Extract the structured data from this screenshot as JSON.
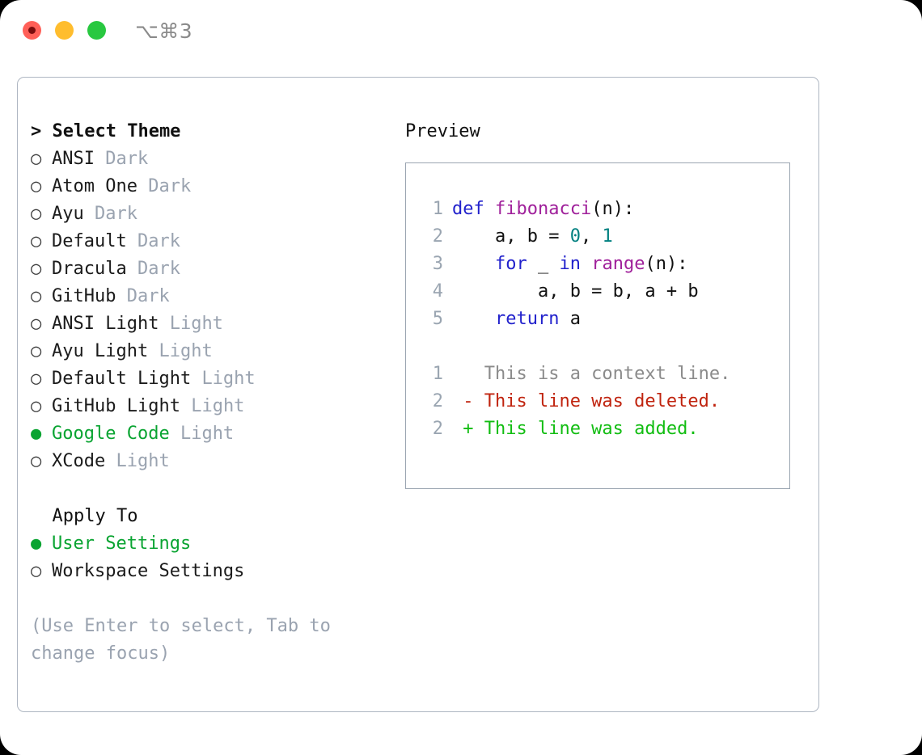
{
  "titlebar": {
    "shortcut": "⌥⌘3",
    "buttons": [
      {
        "name": "close",
        "color": "#ff6058",
        "recording": true
      },
      {
        "name": "minimize",
        "color": "#ffbd2e",
        "recording": false
      },
      {
        "name": "maximize",
        "color": "#28c840",
        "recording": false
      }
    ]
  },
  "theme_selector": {
    "header": "> Select Theme",
    "options": [
      {
        "marker": "○",
        "label": "ANSI",
        "variant": "Dark",
        "selected": false
      },
      {
        "marker": "○",
        "label": "Atom One",
        "variant": "Dark",
        "selected": false
      },
      {
        "marker": "○",
        "label": "Ayu",
        "variant": "Dark",
        "selected": false
      },
      {
        "marker": "○",
        "label": "Default",
        "variant": "Dark",
        "selected": false
      },
      {
        "marker": "○",
        "label": "Dracula",
        "variant": "Dark",
        "selected": false
      },
      {
        "marker": "○",
        "label": "GitHub",
        "variant": "Dark",
        "selected": false
      },
      {
        "marker": "○",
        "label": "ANSI Light",
        "variant": "Light",
        "selected": false
      },
      {
        "marker": "○",
        "label": "Ayu Light",
        "variant": "Light",
        "selected": false
      },
      {
        "marker": "○",
        "label": "Default Light",
        "variant": "Light",
        "selected": false
      },
      {
        "marker": "○",
        "label": "GitHub Light",
        "variant": "Light",
        "selected": false
      },
      {
        "marker": "●",
        "label": "Google Code",
        "variant": "Light",
        "selected": true
      },
      {
        "marker": "○",
        "label": "XCode",
        "variant": "Light",
        "selected": false
      }
    ]
  },
  "apply_to": {
    "header": "  Apply To",
    "options": [
      {
        "marker": "●",
        "label": "User Settings",
        "selected": true
      },
      {
        "marker": "○",
        "label": "Workspace Settings",
        "selected": false
      }
    ]
  },
  "hint": "(Use Enter to select, Tab to change focus)",
  "preview": {
    "title": "Preview",
    "code_lines": [
      {
        "no": "1",
        "tokens": [
          {
            "t": "def",
            "c": "kw"
          },
          {
            "t": " ",
            "c": "plain"
          },
          {
            "t": "fibonacci",
            "c": "fn"
          },
          {
            "t": "(n):",
            "c": "plain"
          }
        ]
      },
      {
        "no": "2",
        "tokens": [
          {
            "t": "    a, b = ",
            "c": "plain"
          },
          {
            "t": "0",
            "c": "num"
          },
          {
            "t": ", ",
            "c": "plain"
          },
          {
            "t": "1",
            "c": "num"
          }
        ]
      },
      {
        "no": "3",
        "tokens": [
          {
            "t": "    ",
            "c": "plain"
          },
          {
            "t": "for",
            "c": "kw"
          },
          {
            "t": " _ ",
            "c": "plain"
          },
          {
            "t": "in",
            "c": "kw"
          },
          {
            "t": " ",
            "c": "plain"
          },
          {
            "t": "range",
            "c": "fn"
          },
          {
            "t": "(n):",
            "c": "plain"
          }
        ]
      },
      {
        "no": "4",
        "tokens": [
          {
            "t": "        a, b = b, a + b",
            "c": "plain"
          }
        ]
      },
      {
        "no": "5",
        "tokens": [
          {
            "t": "    ",
            "c": "plain"
          },
          {
            "t": "return",
            "c": "kw"
          },
          {
            "t": " a",
            "c": "plain"
          }
        ]
      }
    ],
    "diff_lines": [
      {
        "no": "1",
        "text": "   This is a context line.",
        "kind": "ctx"
      },
      {
        "no": "2",
        "text": " - This line was deleted.",
        "kind": "del"
      },
      {
        "no": "2",
        "text": " + This line was added.",
        "kind": "add"
      }
    ]
  },
  "colors": {
    "accent_green": "#0aa432",
    "muted": "#9aa3b0",
    "keyword": "#2222cc",
    "function": "#a0219b",
    "number": "#008080",
    "diff_deleted": "#c0240f",
    "diff_added": "#12bd12",
    "border": "#9aa5b1"
  }
}
